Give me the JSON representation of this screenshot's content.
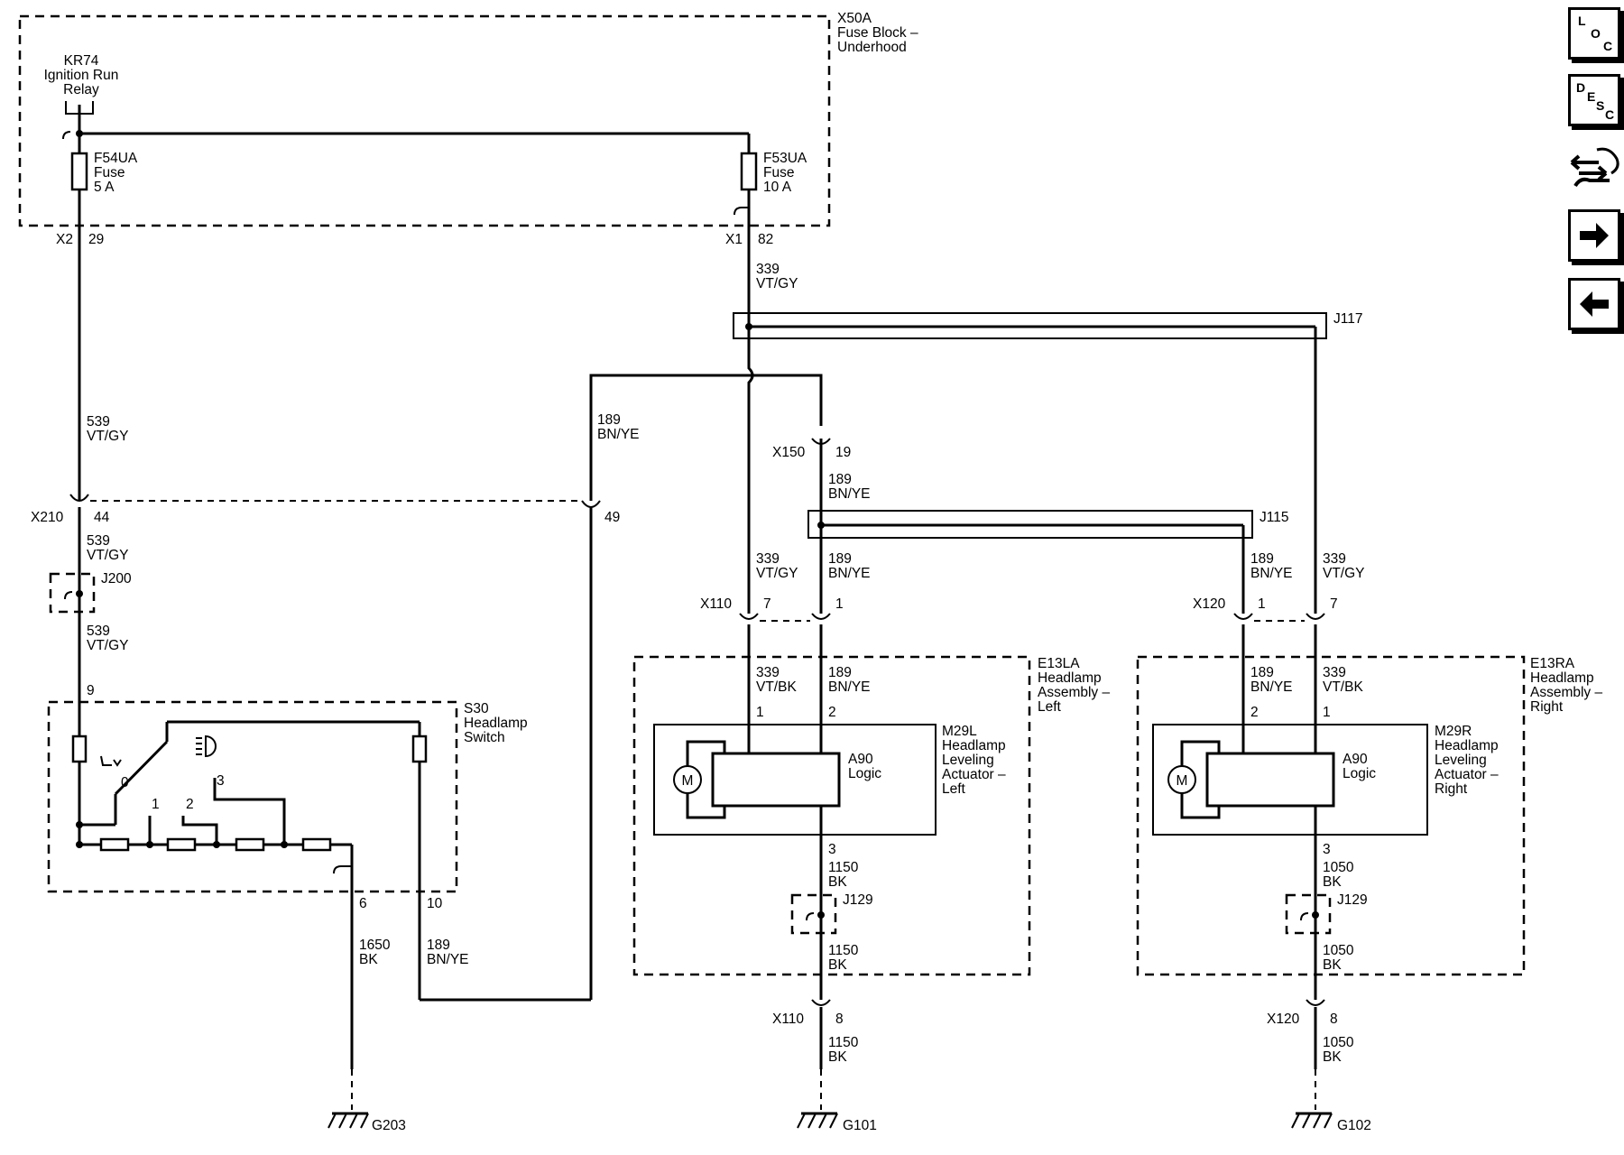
{
  "fuse_block": {
    "name": "X50A",
    "desc": [
      "Fuse Block –",
      "Underhood"
    ]
  },
  "relay": {
    "lines": [
      "KR74",
      "Ignition Run",
      "Relay"
    ]
  },
  "fuse_f54": {
    "lines": [
      "F54UA",
      "Fuse",
      "5 A"
    ]
  },
  "fuse_f53": {
    "lines": [
      "F53UA",
      "Fuse",
      "10 A"
    ]
  },
  "connectors": {
    "x2": "X2",
    "x2_pin": "29",
    "x1": "X1",
    "x1_pin": "82",
    "x210": "X210",
    "x210_pin_a": "44",
    "x210_pin_b": "49",
    "x150": "X150",
    "x150_pin": "19",
    "x110": "X110",
    "x110_pin_a": "7",
    "x110_pin_b": "1",
    "x110_pin_c": "8",
    "x120": "X120",
    "x120_pin_a": "1",
    "x120_pin_b": "7",
    "x120_pin_c": "8"
  },
  "wires": {
    "w339": [
      "339",
      "VT/GY"
    ],
    "w539": [
      "539",
      "VT/GY"
    ],
    "w189": [
      "189",
      "BN/YE"
    ],
    "w339bk": [
      "339",
      "VT/BK"
    ],
    "w1150": [
      "1150",
      "BK"
    ],
    "w1050": [
      "1050",
      "BK"
    ],
    "w1650": [
      "1650",
      "BK"
    ]
  },
  "splices": {
    "j117": "J117",
    "j115": "J115",
    "j200": "J200",
    "j129": "J129"
  },
  "switch": {
    "lines": [
      "S30",
      "Headlamp",
      "Switch"
    ],
    "pin_in": "9",
    "pin_gnd": "6",
    "pin_out": "10",
    "positions": [
      "0",
      "1",
      "2",
      "3"
    ]
  },
  "left_assembly": {
    "lines": [
      "E13LA",
      "Headlamp",
      "Assembly –",
      "Left"
    ],
    "pin1": "1",
    "pin2": "2",
    "pin3": "3"
  },
  "right_assembly": {
    "lines": [
      "E13RA",
      "Headlamp",
      "Assembly –",
      "Right"
    ],
    "pin1": "1",
    "pin2": "2",
    "pin3": "3"
  },
  "left_actuator": {
    "lines": [
      "M29L",
      "Headlamp",
      "Leveling",
      "Actuator –",
      "Left"
    ]
  },
  "right_actuator": {
    "lines": [
      "M29R",
      "Headlamp",
      "Leveling",
      "Actuator –",
      "Right"
    ]
  },
  "logic": {
    "lines": [
      "A90",
      "Logic"
    ]
  },
  "motor": {
    "label": "M"
  },
  "grounds": {
    "g203": "G203",
    "g101": "G101",
    "g102": "G102"
  },
  "nav": {
    "loc": [
      "L",
      "O",
      "C"
    ],
    "desc": [
      "D",
      "E",
      "S",
      "C"
    ],
    "icons": [
      "connector-end-view-icon",
      "next-page-icon",
      "previous-page-icon"
    ]
  }
}
